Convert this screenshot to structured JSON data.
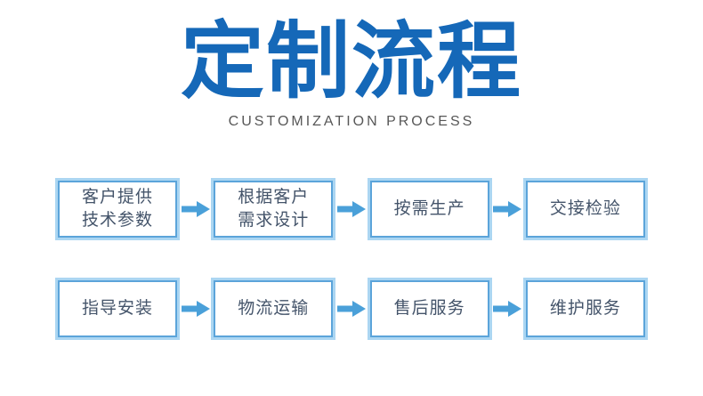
{
  "header": {
    "title": "定制流程",
    "subtitle": "CUSTOMIZATION PROCESS"
  },
  "flow": {
    "rows": [
      {
        "steps": [
          {
            "label": "客户提供\n技术参数"
          },
          {
            "label": "根据客户\n需求设计"
          },
          {
            "label": "按需生产"
          },
          {
            "label": "交接检验"
          }
        ]
      },
      {
        "steps": [
          {
            "label": "指导安装"
          },
          {
            "label": "物流运输"
          },
          {
            "label": "售后服务"
          },
          {
            "label": "维护服务"
          }
        ]
      }
    ]
  },
  "icons": {
    "flow_arrow": "arrow-right"
  },
  "colors": {
    "background": "#ffffff",
    "title_blue": "#1568b8",
    "subtitle_gray": "#575757",
    "box_text": "#44546a",
    "box_border_inner": "#5ba4da",
    "box_border_outer": "#abd6f2",
    "arrow_blue": "#4aa0d9"
  }
}
